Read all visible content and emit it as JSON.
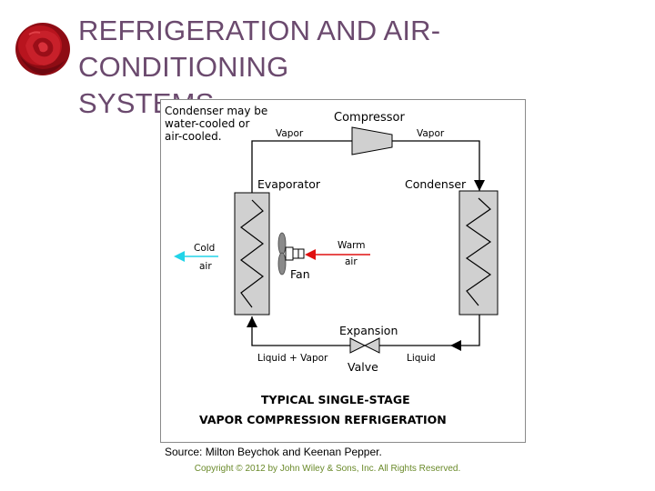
{
  "slide": {
    "title_line1": "REFRIGERATION AND AIR-CONDITIONING",
    "title_line2": "SYSTEMS",
    "source": "Source: Milton Beychok and Keenan Pepper.",
    "copyright": "Copyright © 2012 by John Wiley & Sons, Inc. All Rights Reserved."
  },
  "diagram": {
    "note_line1": "Condenser may be",
    "note_line2": "water-cooled or",
    "note_line3": "air-cooled.",
    "compressor": "Compressor",
    "vapor_left": "Vapor",
    "vapor_right": "Vapor",
    "evaporator": "Evaporator",
    "condenser": "Condenser",
    "cold_air_line1": "Cold",
    "cold_air_line2": "air",
    "warm_air_line1": "Warm",
    "warm_air_line2": "air",
    "fan": "Fan",
    "expansion": "Expansion",
    "valve": "Valve",
    "liquid_vapor": "Liquid + Vapor",
    "liquid": "Liquid",
    "caption_line1": "TYPICAL SINGLE-STAGE",
    "caption_line2": "VAPOR COMPRESSION REFRIGERATION"
  },
  "colors": {
    "title": "#6b4a6e",
    "cold_arrow": "#22d4e8",
    "warm_arrow": "#e01010",
    "copyright": "#6a8a2a"
  }
}
